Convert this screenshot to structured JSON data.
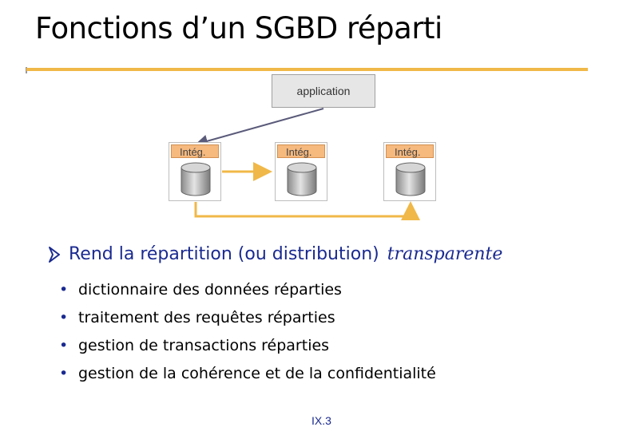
{
  "slide": {
    "title": "Fonctions d’un SGBD réparti",
    "page_number": "IX.3"
  },
  "diagram": {
    "application_label": "application",
    "sites": [
      {
        "label": "Intég."
      },
      {
        "label": "Intég."
      },
      {
        "label": "Intég."
      }
    ],
    "colors": {
      "accent_line": "#f0b848",
      "site_label_fill": "#f6b97e",
      "db_body": "#c0c0c0",
      "app_arrow": "#5a5a7a"
    }
  },
  "content": {
    "main_point": {
      "text": "Rend la répartition (ou distribution)",
      "emphasis": "transparente",
      "icon": "arrow-bullet-icon"
    },
    "sub_points": [
      "dictionnaire des données réparties",
      "traitement des requêtes réparties",
      "gestion de transactions réparties",
      "gestion de la cohérence et de la confidentialité"
    ],
    "text_color": "#1a2a90"
  }
}
